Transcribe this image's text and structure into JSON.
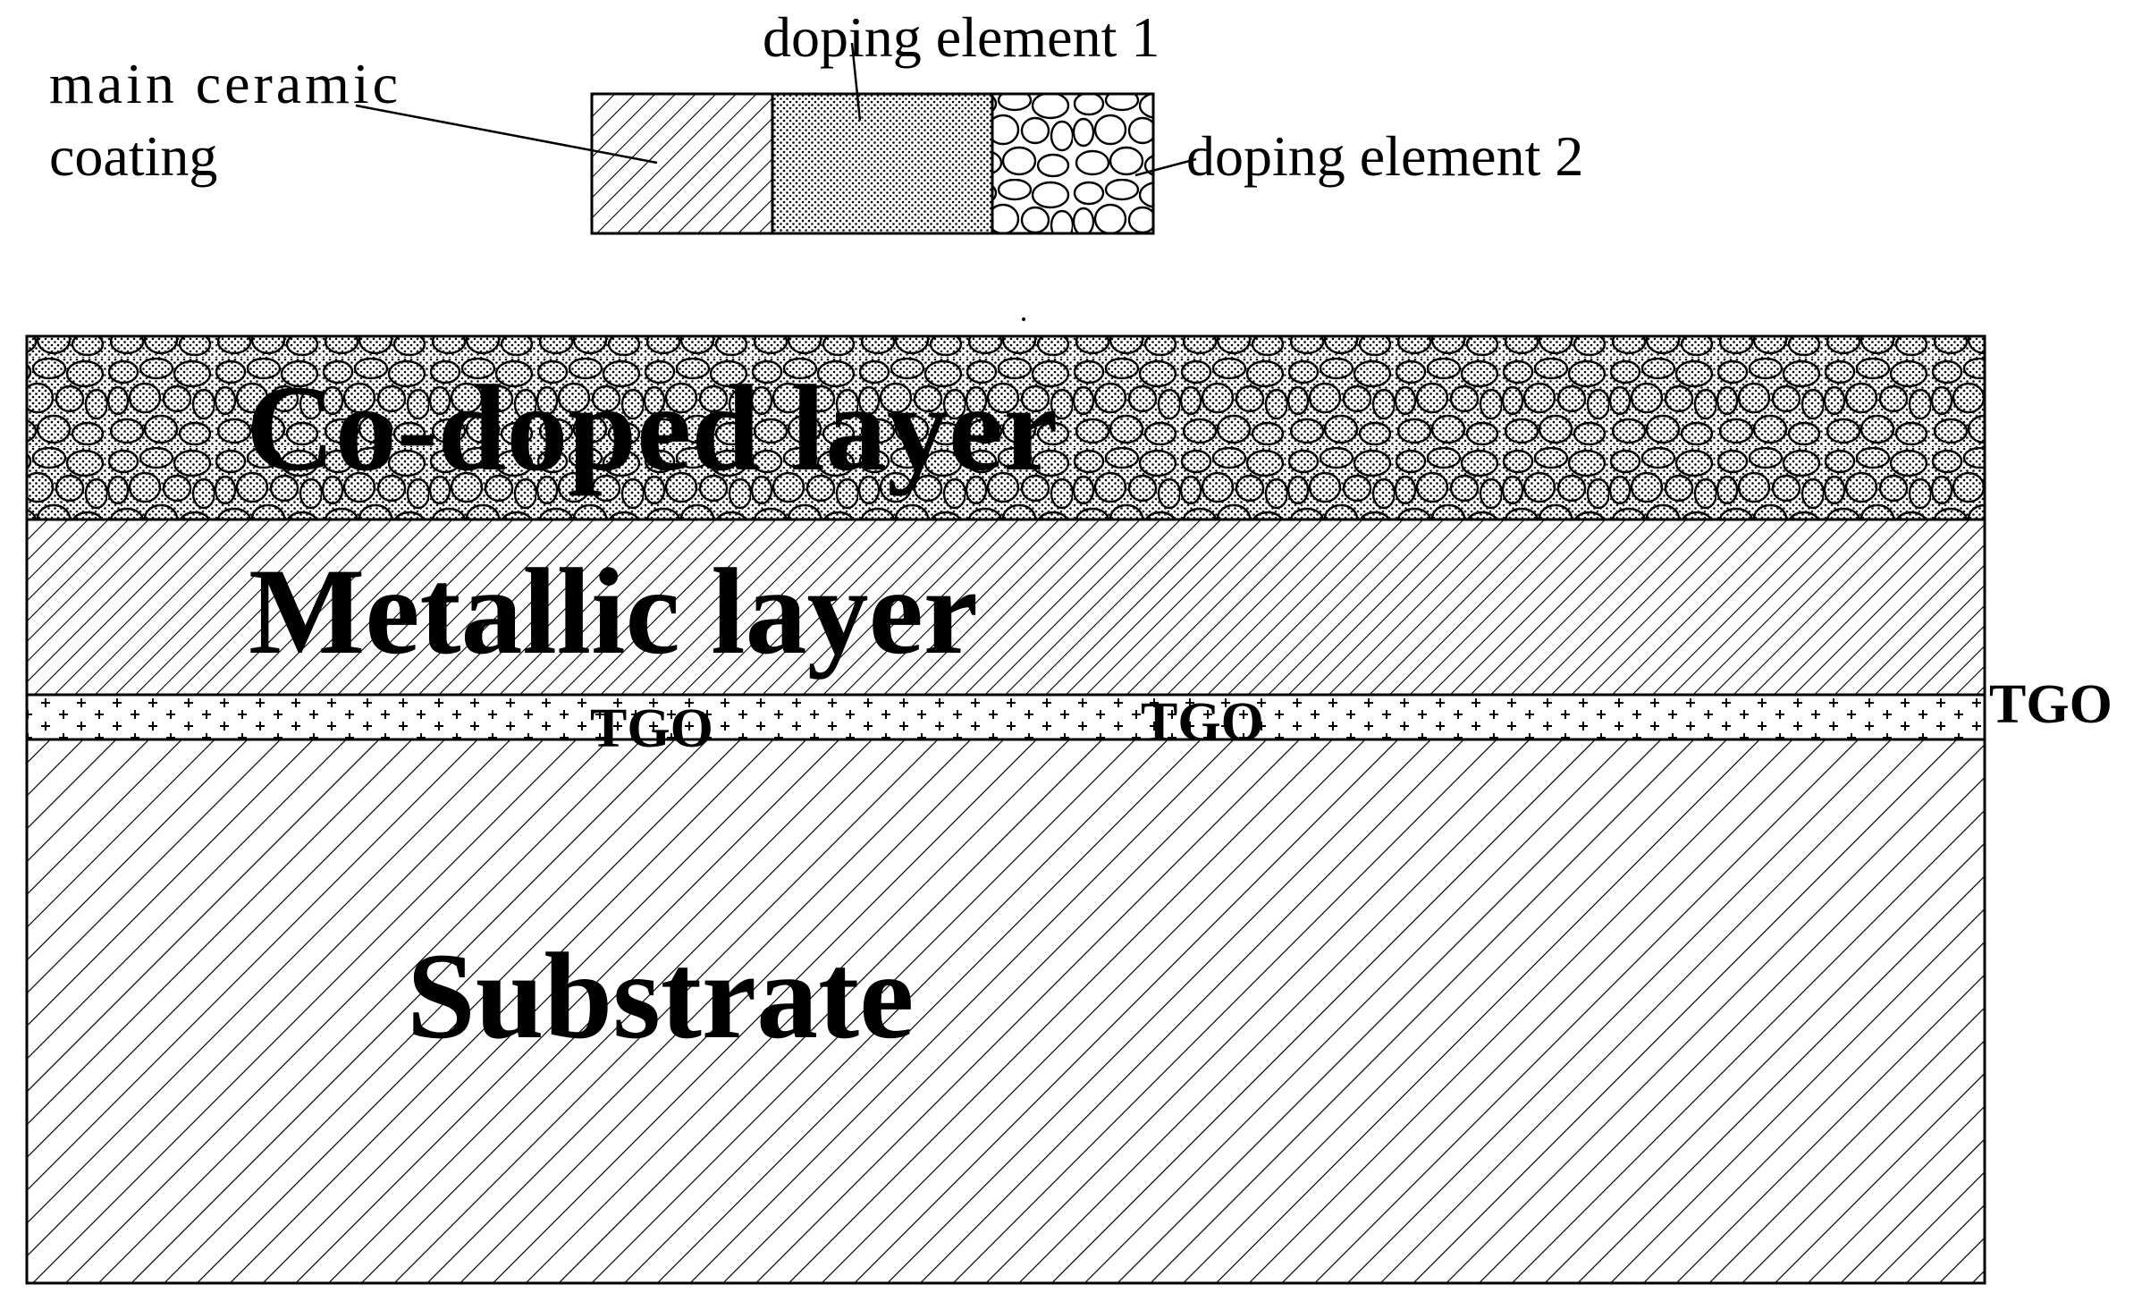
{
  "legend": {
    "main_ceramic_line1": "main ceramic",
    "main_ceramic_line2": "coating",
    "doping_element_1": "doping element 1",
    "doping_element_2": "doping element 2"
  },
  "layers": {
    "co_doped": "Co-doped layer",
    "metallic": "Metallic layer",
    "tgo": "TGO",
    "substrate": "Substrate"
  },
  "tgo_labels": [
    "TGO",
    "TGO",
    "TGO"
  ],
  "colors": {
    "ink": "#000000",
    "background": "#ffffff"
  }
}
